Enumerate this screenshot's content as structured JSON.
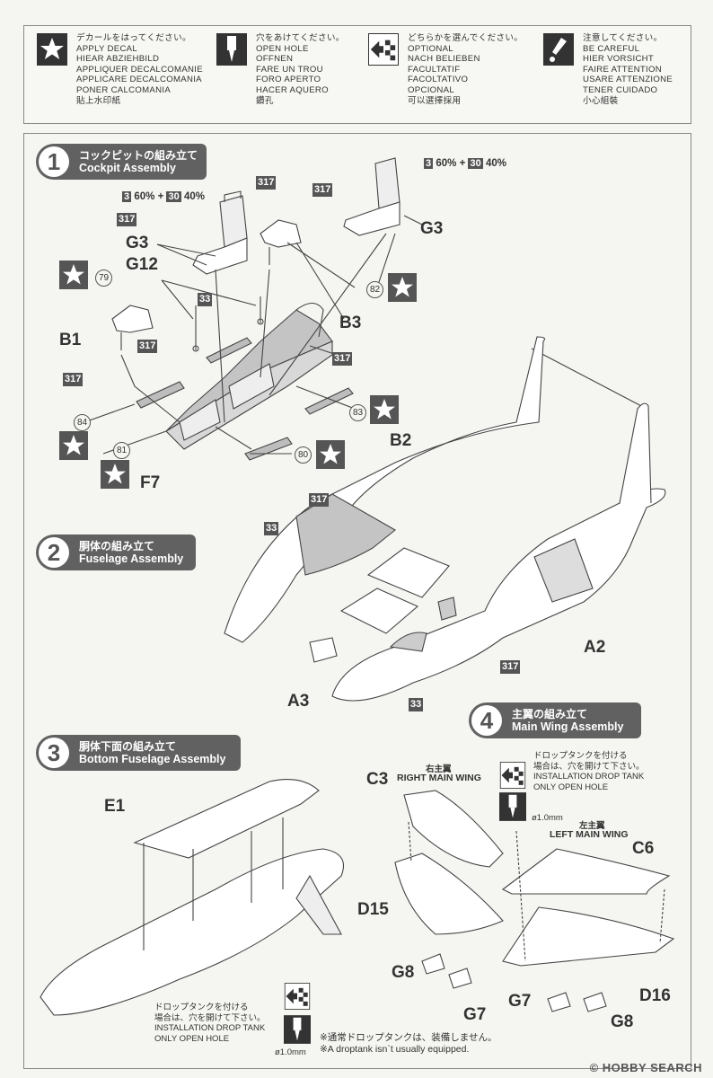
{
  "legend": [
    {
      "icon": "star-icon",
      "lines": [
        "デカールをはってください。",
        "APPLY DECAL",
        "HIEAR ABZIEHBILD",
        "APPLIQUER DECALCOMANIE",
        "APPLICARE DECALCOMANIA",
        "PONER CALCOMANIA",
        "貼上水印紙"
      ]
    },
    {
      "icon": "drill-icon",
      "lines": [
        "穴をあけてください。",
        "OPEN HOLE",
        "OFFNEN",
        "FARE UN TROU",
        "FORO APERTO",
        "HACER AQUERO",
        "鑽孔"
      ]
    },
    {
      "icon": "choice-icon",
      "lines": [
        "どちらかを選んでください。",
        "OPTIONAL",
        "NACH BELIEBEN",
        "FACULTATIF",
        "FACOLTATIVO",
        "OPCIONAL",
        "可以選擇採用"
      ]
    },
    {
      "icon": "caution-icon",
      "lines": [
        "注意してください。",
        "BE CAREFUL",
        "HIER VORSICHT",
        "FAIRE ATTENTION",
        "USARE ATTENZIONE",
        "TENER CUIDADO",
        "小心組裝"
      ]
    }
  ],
  "steps": [
    {
      "num": "1",
      "jp": "コックピットの組み立て",
      "en": "Cockpit Assembly"
    },
    {
      "num": "2",
      "jp": "胴体の組み立て",
      "en": "Fuselage Assembly"
    },
    {
      "num": "3",
      "jp": "胴体下面の組み立て",
      "en": "Bottom Fuselage Assembly"
    },
    {
      "num": "4",
      "jp": "主翼の組み立て",
      "en": "Main Wing Assembly"
    }
  ],
  "parts": {
    "g3_left": "G3",
    "g12": "G12",
    "b1": "B1",
    "f7": "F7",
    "g3_right": "G3",
    "b3": "B3",
    "b2": "B2",
    "a2": "A2",
    "a3": "A3",
    "e1": "E1",
    "c3": "C3",
    "c6": "C6",
    "d15": "D15",
    "d16": "D16",
    "g8_left": "G8",
    "g7_left": "G7",
    "g7_right": "G7",
    "g8_right": "G8"
  },
  "paint_codes": {
    "c317": "317",
    "c33": "33",
    "c3": "3",
    "c30": "30"
  },
  "mix": {
    "p60": "60%",
    "plus": "+",
    "p40": "40%"
  },
  "decals": [
    "79",
    "82",
    "84",
    "81",
    "80",
    "83"
  ],
  "wings": {
    "right_jp": "右主翼",
    "right_en": "RIGHT MAIN WING",
    "left_jp": "左主翼",
    "left_en": "LEFT MAIN WING"
  },
  "drop_tank_note": {
    "jp1": "ドロップタンクを付ける",
    "jp2": "場合は、穴を開けて下さい。",
    "en1": "INSTALLATION DROP TANK",
    "en2": "ONLY OPEN HOLE"
  },
  "hole_size": "ø1.0mm",
  "footnote": {
    "jp": "※通常ドロップタンクは、装備しません。",
    "en": "※A droptank isn`t usually equipped."
  },
  "watermark": "© HOBBY SEARCH",
  "colors": {
    "header": "#616161",
    "ink": "#333333",
    "paper": "#f5f5f1",
    "grey_part": "#bdbdbd"
  }
}
